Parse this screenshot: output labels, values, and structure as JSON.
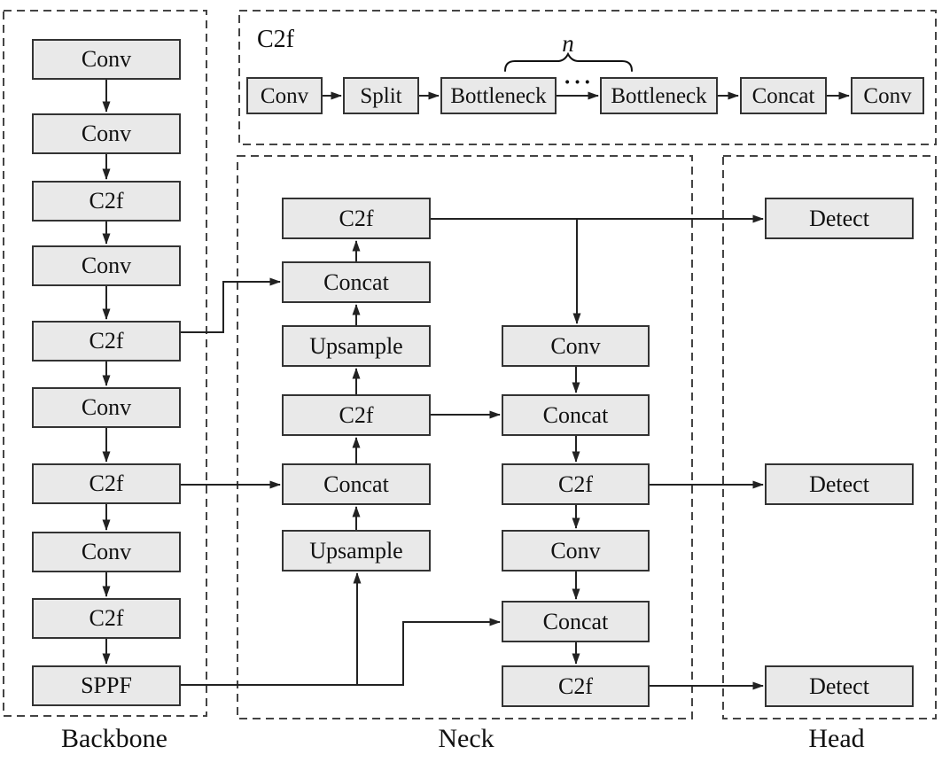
{
  "regions": {
    "backbone": {
      "label": "Backbone"
    },
    "neck": {
      "label": "Neck"
    },
    "head": {
      "label": "Head"
    },
    "c2f_detail": {
      "title": "C2f",
      "repeat_label": "n",
      "ellipsis": "···"
    }
  },
  "backbone": {
    "nodes": [
      "Conv",
      "Conv",
      "C2f",
      "Conv",
      "C2f",
      "Conv",
      "C2f",
      "Conv",
      "C2f",
      "SPPF"
    ]
  },
  "c2f_detail": {
    "nodes": [
      "Conv",
      "Split",
      "Bottleneck",
      "Bottleneck",
      "Concat",
      "Conv"
    ]
  },
  "neck": {
    "left_column": [
      "C2f",
      "Concat",
      "Upsample",
      "C2f",
      "Concat",
      "Upsample"
    ],
    "right_column": [
      "Conv",
      "Concat",
      "C2f",
      "Conv",
      "Concat",
      "C2f"
    ]
  },
  "head": {
    "nodes": [
      "Detect",
      "Detect",
      "Detect"
    ]
  },
  "colors": {
    "node_fill": "#e9e9e9",
    "node_border": "#333333",
    "connector": "#222222",
    "text_color": "#111111",
    "dash_color": "#444444",
    "background": "#ffffff"
  }
}
